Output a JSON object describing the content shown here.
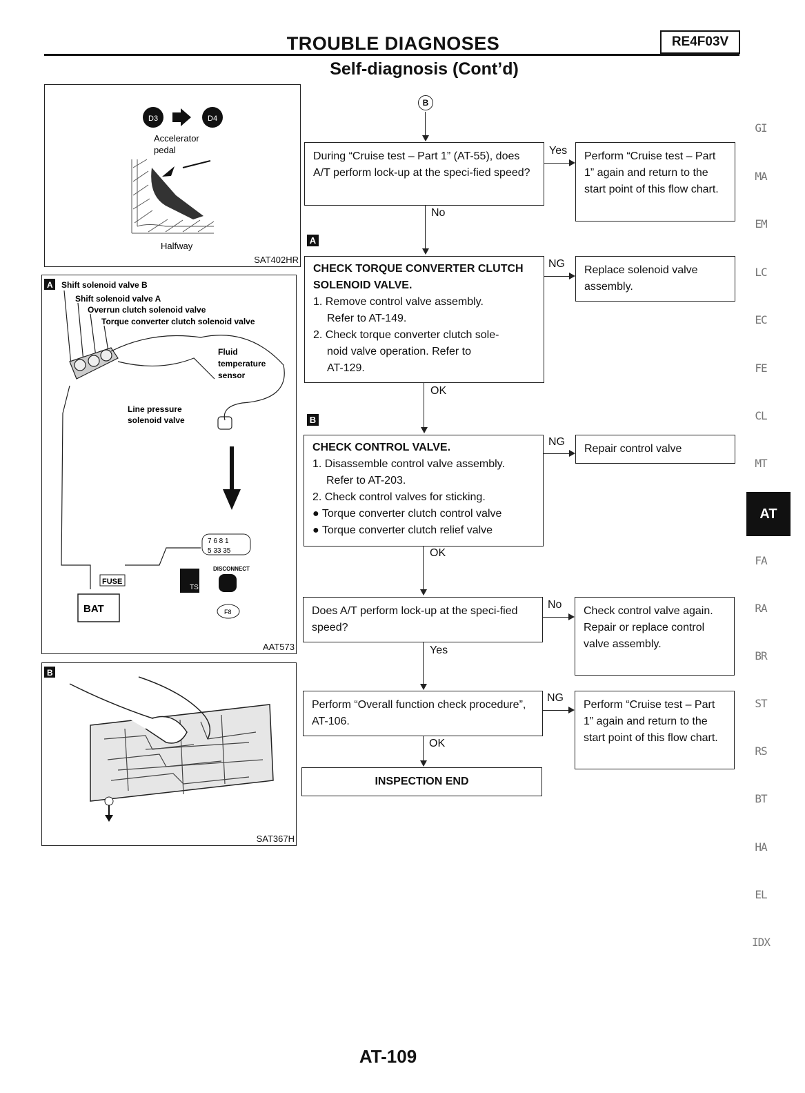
{
  "header": {
    "title": "TROUBLE DIAGNOSES",
    "subtitle": "Self-diagnosis (Cont’d)",
    "model": "RE4F03V"
  },
  "figures": {
    "fig1": {
      "code": "SAT402HR",
      "d3": "D3",
      "d4": "D4",
      "pedal_label": "Accelerator pedal",
      "halfway": "Halfway"
    },
    "fig2": {
      "code": "AAT573",
      "marker": "A",
      "labels": {
        "shift_b": "Shift solenoid valve B",
        "shift_a": "Shift solenoid valve A",
        "overrun": "Overrun clutch solenoid valve",
        "torque": "Torque converter clutch solenoid valve",
        "fluid": "Fluid",
        "fluid2": "temperature",
        "fluid3": "sensor",
        "line1": "Line pressure",
        "line2": "solenoid valve",
        "fuse": "FUSE",
        "bat": "BAT",
        "disconnect": "DISCONNECT",
        "pins_top": "7 6 8 1",
        "pins_bottom": "5 33 35",
        "ts": "TS",
        "fs": "F8"
      }
    },
    "fig3": {
      "code": "SAT367H",
      "marker": "B"
    }
  },
  "flow": {
    "start_marker": "B",
    "step1": "During “Cruise test – Part 1” (AT-55), does A/T perform lock-up at the speci-fied speed?",
    "step1_yes_label": "Yes",
    "step1_yes": "Perform “Cruise test – Part 1” again and return to the start point of this flow chart.",
    "step1_no_label": "No",
    "marker_a": "A",
    "step2_title": "CHECK TORQUE CONVERTER CLUTCH SOLENOID VALVE.",
    "step2_items": [
      "1. Remove control valve assembly.",
      "Refer to AT-149.",
      "2. Check torque converter clutch sole-",
      "noid valve operation. Refer to",
      "AT-129."
    ],
    "step2_ng_label": "NG",
    "step2_ng": "Replace solenoid valve assembly.",
    "step2_ok_label": "OK",
    "marker_b": "B",
    "step3_title": "CHECK CONTROL VALVE.",
    "step3_items": [
      "1. Disassemble control valve assembly.",
      "Refer to AT-203.",
      "2. Check control valves for sticking.",
      "● Torque converter clutch control valve",
      "● Torque converter clutch relief valve"
    ],
    "step3_ng_label": "NG",
    "step3_ng": "Repair control valve",
    "step3_ok_label": "OK",
    "step4": "Does A/T perform lock-up at the speci-fied speed?",
    "step4_no_label": "No",
    "step4_no": "Check control valve again. Repair or replace control valve assembly.",
    "step4_yes_label": "Yes",
    "step5": "Perform “Overall function check procedure”, AT-106.",
    "step5_ng_label": "NG",
    "step5_ng": "Perform “Cruise test – Part 1” again and return to the start point of this flow chart.",
    "step5_ok_label": "OK",
    "end": "INSPECTION END"
  },
  "side_tabs": [
    "GI",
    "MA",
    "EM",
    "LC",
    "EC",
    "FE",
    "CL",
    "MT",
    "AT",
    "FA",
    "RA",
    "BR",
    "ST",
    "RS",
    "BT",
    "HA",
    "EL",
    "IDX"
  ],
  "active_tab": "AT",
  "page_number": "AT-109"
}
